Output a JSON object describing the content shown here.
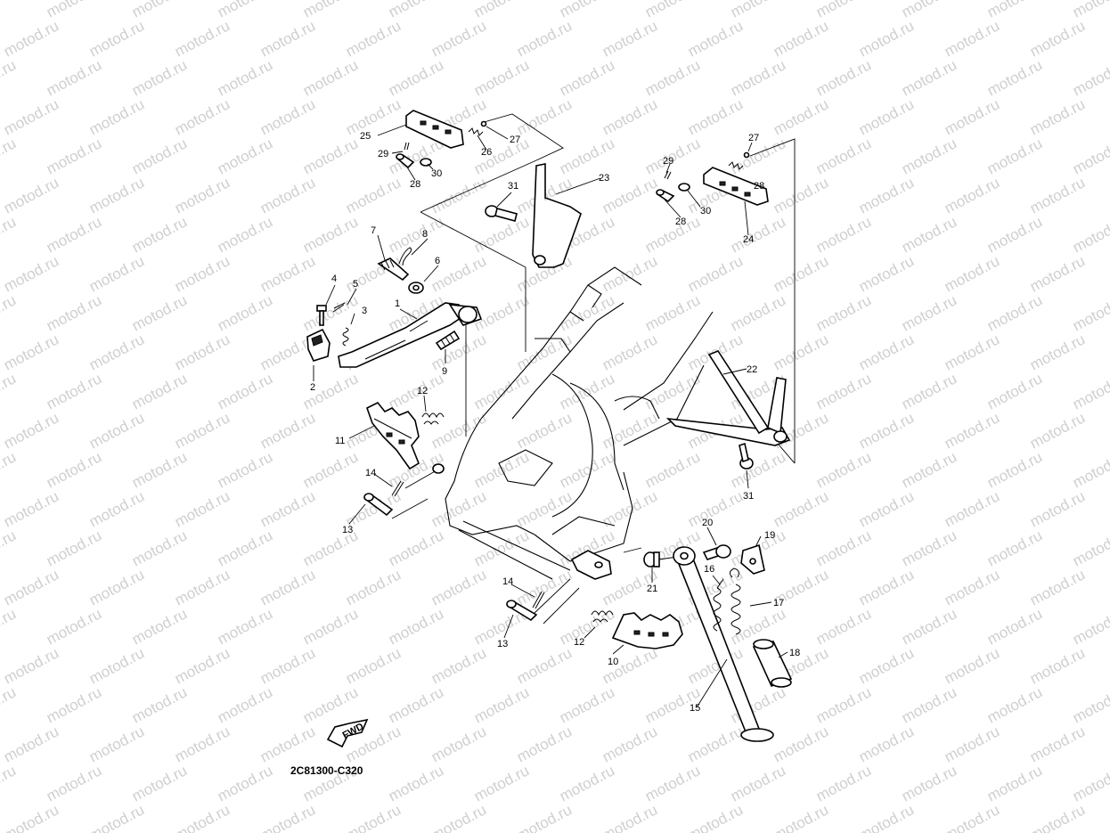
{
  "watermark": "motod.ru",
  "diagram_code": "2C81300-C320",
  "fwd_label": "FWD",
  "callouts": {
    "p1": "1",
    "p2": "2",
    "p3": "3",
    "p4": "4",
    "p5": "5",
    "p6": "6",
    "p7": "7",
    "p8": "8",
    "p9": "9",
    "p10": "10",
    "p11": "11",
    "p12a": "12",
    "p12b": "12",
    "p13a": "13",
    "p13b": "13",
    "p14a": "14",
    "p14b": "14",
    "p15": "15",
    "p16": "16",
    "p17": "17",
    "p18": "18",
    "p19": "19",
    "p20": "20",
    "p21": "21",
    "p22": "22",
    "p23": "23",
    "p24": "24",
    "p25": "25",
    "p26": "26",
    "p27a": "27",
    "p27b": "27",
    "p28a": "28",
    "p28b": "28",
    "p28c": "28",
    "p29a": "29",
    "p29b": "29",
    "p30a": "30",
    "p30b": "30",
    "p31a": "31",
    "p31b": "31"
  }
}
